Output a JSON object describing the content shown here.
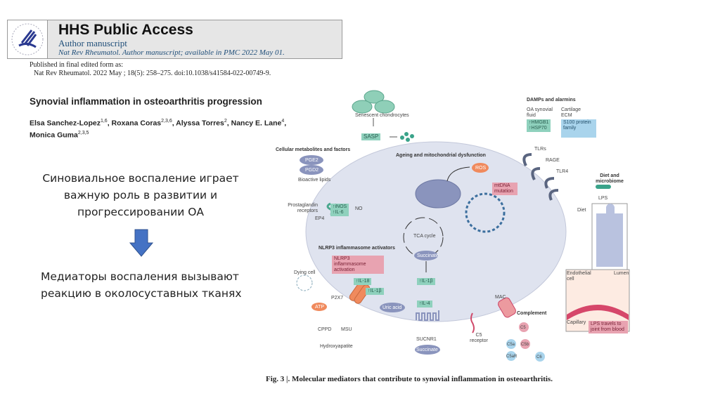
{
  "header": {
    "title": "HHS Public Access",
    "subtitle": "Author manuscript",
    "availability": "Nat Rev Rheumatol. Author manuscript; available in PMC 2022 May 01.",
    "logo": "hhs-eagle-logo"
  },
  "publication": {
    "line1": "Published in final edited form as:",
    "line2": "Nat Rev Rheumatol. 2022 May ; 18(5): 258–275. doi:10.1038/s41584-022-00749-9."
  },
  "article": {
    "title": "Synovial inflammation in osteoarthritis progression",
    "authors": [
      {
        "name": "Elsa Sanchez-Lopez",
        "aff": "1,6"
      },
      {
        "name": "Roxana Coras",
        "aff": "2,3,6"
      },
      {
        "name": "Alyssa Torres",
        "aff": "2"
      },
      {
        "name": "Nancy E. Lane",
        "aff": "4"
      },
      {
        "name": "Monica Guma",
        "aff": "2,3,5"
      }
    ]
  },
  "slide": {
    "statement1": "Синовиальное воспаление играет важную роль в развитии и прогрессировании ОА",
    "statement2": "Медиаторы воспаления вызывают реакцию в околосуставных тканях",
    "arrow_color": "#4472c4"
  },
  "figure": {
    "caption": "Fig. 3 |. Molecular mediators that contribute to synovial inflammation in osteoarthritis.",
    "labels": {
      "senescent": "Senescent chondrocytes",
      "sasp": "SASP",
      "metabolites": "Cellular metabolites and factors",
      "pge2": "PGE2",
      "pgd2": "PGD2",
      "lipids": "Bioactive lipids",
      "ageing": "Ageing and mitochondrial dysfunction",
      "ros": "ROS",
      "mtdna": "mtDNA mutation",
      "prost": "Prostaglandin receptors",
      "ep4": "EP4",
      "inos": "↑iNOS",
      "il6": "↑IL-6",
      "no": "NO",
      "tca": "TCA cycle",
      "succinate": "Succinate",
      "nlrp3": "NLRP3 inflammasome activators",
      "nlrp3act": "NLRP3 inflammasome activation",
      "dying": "Dying cell",
      "atp": "ATP",
      "p2x7": "P2X7",
      "il18": "↑IL-18",
      "il1b": "↑IL-1β",
      "il1b2": "↑IL-1β",
      "il4": "↑IL-4",
      "uric": "Uric acid",
      "cppd": "CPPD",
      "msu": "MSU",
      "hydroxy": "Hydroxyapatite",
      "sucnr1": "SUCNR1",
      "succinate2": "Succinate",
      "c5r": "C5 receptor",
      "mac": "MAC",
      "complement": "Complement",
      "c5": "C5",
      "c5a": "C5a",
      "c5b": "C5b",
      "c5ar": "C5aR",
      "c6": "C6",
      "damps": "DAMPs and alarmins",
      "oafluid": "OA synovial fluid",
      "hmgb1": "↑HMGB1",
      "hsp70": "↑HSP70",
      "cartilage": "Cartilage ECM",
      "s100": "S100 protein family",
      "tlrs": "TLRs",
      "rage": "RAGE",
      "tlr4": "TLR4",
      "diet_title": "Diet and microbiome",
      "lps": "LPS",
      "diet": "Diet",
      "endo": "Endothelial cell",
      "lumen": "Lumen",
      "capillary": "Capillary",
      "lpstravel": "LPS travels to joint from blood"
    },
    "colors": {
      "cell": "#dfe3ef",
      "green": "#8fd1bd",
      "pink": "#e8a3b1",
      "blue": "#a9d4ec",
      "orange": "#f08a5d",
      "slate": "#8a94bd"
    }
  }
}
